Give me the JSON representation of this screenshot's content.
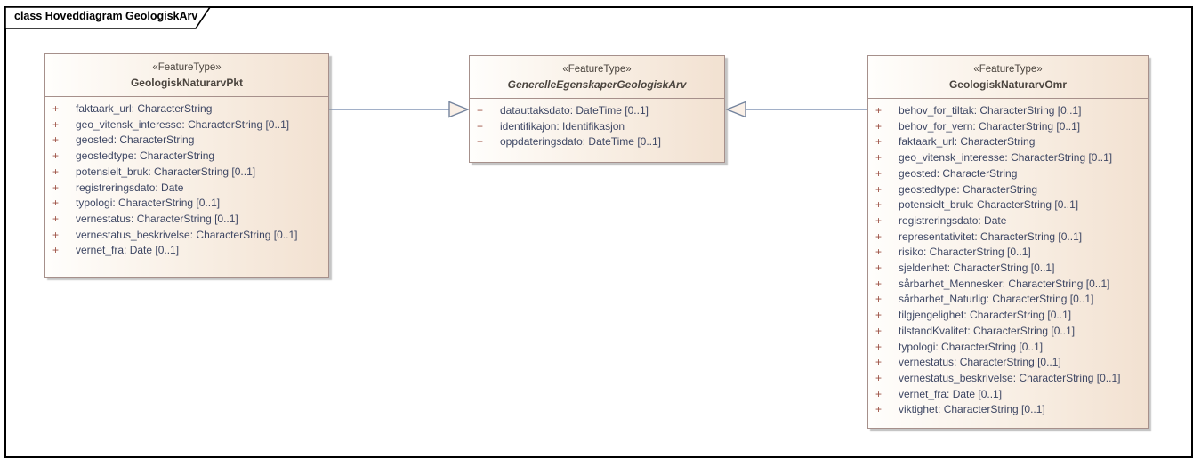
{
  "diagram": {
    "frame_label": "class Hoveddiagram GeologiskArv",
    "notation": "UML class diagram"
  },
  "colors": {
    "box_fill_left": "#FFFEFC",
    "box_fill_right": "#F2E1D1",
    "box_border": "#A6908B",
    "attr_text": "#3E4764",
    "visibility_marker": "#9B4F42",
    "header_text": "#4A443E",
    "connector_line": "#8396B6",
    "connector_arrow_fill": "#FAF0E7",
    "frame_border": "#000000"
  },
  "classes": [
    {
      "id": "left",
      "stereotype": "«FeatureType»",
      "name": "GeologiskNaturarvPkt",
      "abstract": false,
      "attributes": [
        {
          "visibility": "+",
          "text": "faktaark_url: CharacterString"
        },
        {
          "visibility": "+",
          "text": "geo_vitensk_interesse: CharacterString [0..1]"
        },
        {
          "visibility": "+",
          "text": "geosted: CharacterString"
        },
        {
          "visibility": "+",
          "text": "geostedtype: CharacterString"
        },
        {
          "visibility": "+",
          "text": "potensielt_bruk: CharacterString [0..1]"
        },
        {
          "visibility": "+",
          "text": "registreringsdato: Date"
        },
        {
          "visibility": "+",
          "text": "typologi: CharacterString [0..1]"
        },
        {
          "visibility": "+",
          "text": "vernestatus: CharacterString [0..1]"
        },
        {
          "visibility": "+",
          "text": "vernestatus_beskrivelse: CharacterString [0..1]"
        },
        {
          "visibility": "+",
          "text": "vernet_fra: Date [0..1]"
        }
      ]
    },
    {
      "id": "middle",
      "stereotype": "«FeatureType»",
      "name": "GenerelleEgenskaperGeologiskArv",
      "abstract": true,
      "attributes": [
        {
          "visibility": "+",
          "text": "datauttaksdato: DateTime [0..1]"
        },
        {
          "visibility": "+",
          "text": "identifikajon: Identifikasjon"
        },
        {
          "visibility": "+",
          "text": "oppdateringsdato: DateTime [0..1]"
        }
      ]
    },
    {
      "id": "right",
      "stereotype": "«FeatureType»",
      "name": "GeologiskNaturarvOmr",
      "abstract": false,
      "attributes": [
        {
          "visibility": "+",
          "text": "behov_for_tiltak: CharacterString [0..1]"
        },
        {
          "visibility": "+",
          "text": "behov_for_vern: CharacterString [0..1]"
        },
        {
          "visibility": "+",
          "text": "faktaark_url: CharacterString"
        },
        {
          "visibility": "+",
          "text": "geo_vitensk_interesse: CharacterString [0..1]"
        },
        {
          "visibility": "+",
          "text": "geosted: CharacterString"
        },
        {
          "visibility": "+",
          "text": "geostedtype: CharacterString"
        },
        {
          "visibility": "+",
          "text": "potensielt_bruk: CharacterString [0..1]"
        },
        {
          "visibility": "+",
          "text": "registreringsdato: Date"
        },
        {
          "visibility": "+",
          "text": "representativitet: CharacterString [0..1]"
        },
        {
          "visibility": "+",
          "text": "risiko: CharacterString [0..1]"
        },
        {
          "visibility": "+",
          "text": "sjeldenhet: CharacterString [0..1]"
        },
        {
          "visibility": "+",
          "text": "sårbarhet_Mennesker: CharacterString [0..1]"
        },
        {
          "visibility": "+",
          "text": "sårbarhet_Naturlig: CharacterString [0..1]"
        },
        {
          "visibility": "+",
          "text": "tilgjengelighet: CharacterString [0..1]"
        },
        {
          "visibility": "+",
          "text": "tilstandKvalitet: CharacterString [0..1]"
        },
        {
          "visibility": "+",
          "text": "typologi: CharacterString [0..1]"
        },
        {
          "visibility": "+",
          "text": "vernestatus: CharacterString [0..1]"
        },
        {
          "visibility": "+",
          "text": "vernestatus_beskrivelse: CharacterString [0..1]"
        },
        {
          "visibility": "+",
          "text": "vernet_fra: Date [0..1]"
        },
        {
          "visibility": "+",
          "text": "viktighet: CharacterString [0..1]"
        }
      ]
    }
  ],
  "connectors": [
    {
      "type": "generalization",
      "from": "GeologiskNaturarvPkt",
      "to": "GenerelleEgenskaperGeologiskArv"
    },
    {
      "type": "generalization",
      "from": "GeologiskNaturarvOmr",
      "to": "GenerelleEgenskaperGeologiskArv"
    }
  ]
}
